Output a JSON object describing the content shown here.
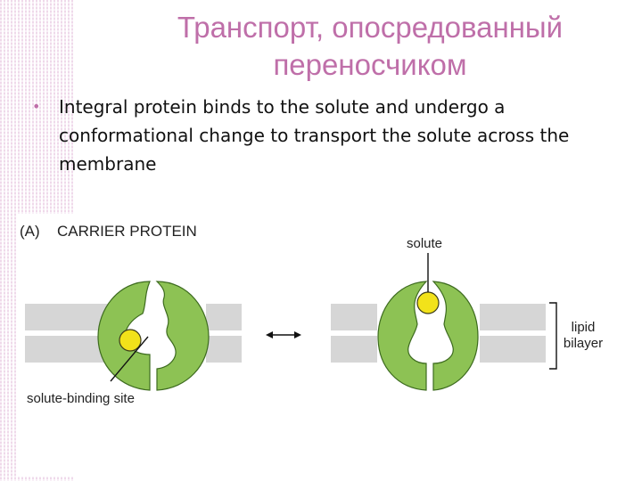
{
  "slide": {
    "title_line1": "Транспорт, опосредованный",
    "title_line2": "переносчиком",
    "bullet": "Integral protein binds to the solute and undergo a conformational change to transport the solute across the membrane"
  },
  "figure": {
    "panel_label": "(A)",
    "heading": "CARRIER PROTEIN",
    "solute_label": "solute",
    "binding_site_label": "solute-binding site",
    "bilayer_label_line1": "lipid",
    "bilayer_label_line2": "bilayer",
    "colors": {
      "protein": "#8dc254",
      "protein_outline": "#3d6b1f",
      "solute": "#f2e21a",
      "membrane": "#d6d6d6",
      "title": "#bf6fa9"
    }
  }
}
